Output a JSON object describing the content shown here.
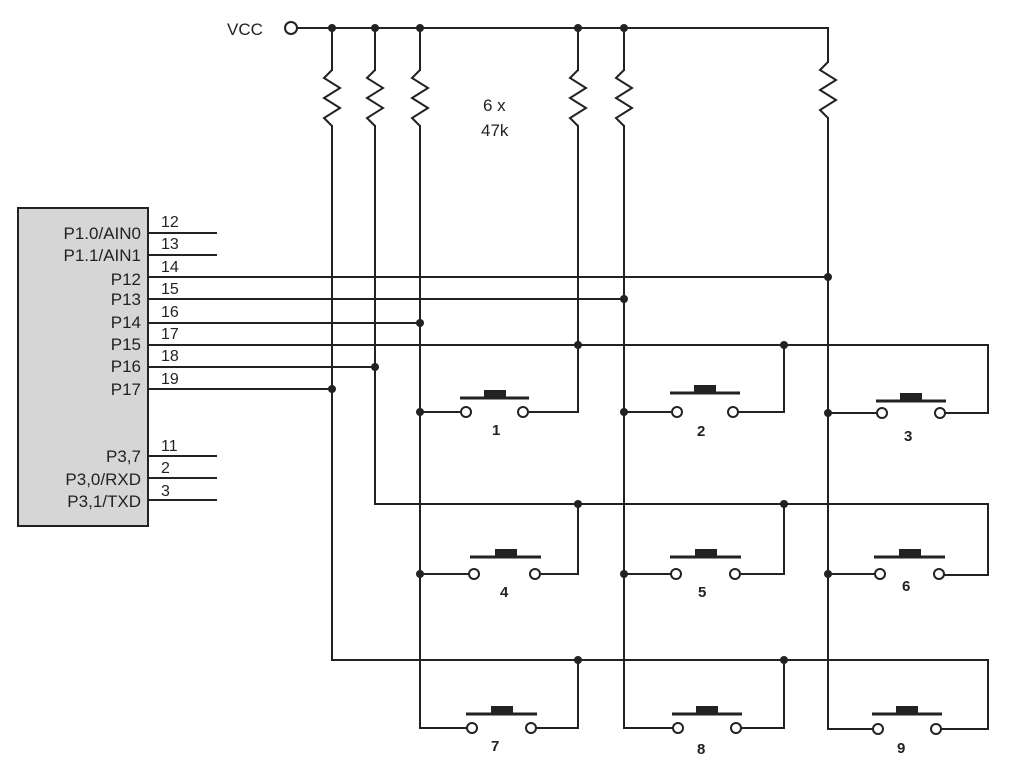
{
  "supply": {
    "label": "VCC"
  },
  "resistor_note": {
    "line1": "6 x",
    "line2": "47k"
  },
  "chip": {
    "pins_top": [
      {
        "name": "P1.0/AIN0",
        "number": "12"
      },
      {
        "name": "P1.1/AIN1",
        "number": "13"
      },
      {
        "name": "P12",
        "number": "14"
      },
      {
        "name": "P13",
        "number": "15"
      },
      {
        "name": "P14",
        "number": "16"
      },
      {
        "name": "P15",
        "number": "17"
      },
      {
        "name": "P16",
        "number": "18"
      },
      {
        "name": "P17",
        "number": "19"
      }
    ],
    "pins_bottom": [
      {
        "name": "P3,7",
        "number": "11"
      },
      {
        "name": "P3,0/RXD",
        "number": "2"
      },
      {
        "name": "P3,1/TXD",
        "number": "3"
      }
    ]
  },
  "keys": [
    "1",
    "2",
    "3",
    "4",
    "5",
    "6",
    "7",
    "8",
    "9"
  ]
}
